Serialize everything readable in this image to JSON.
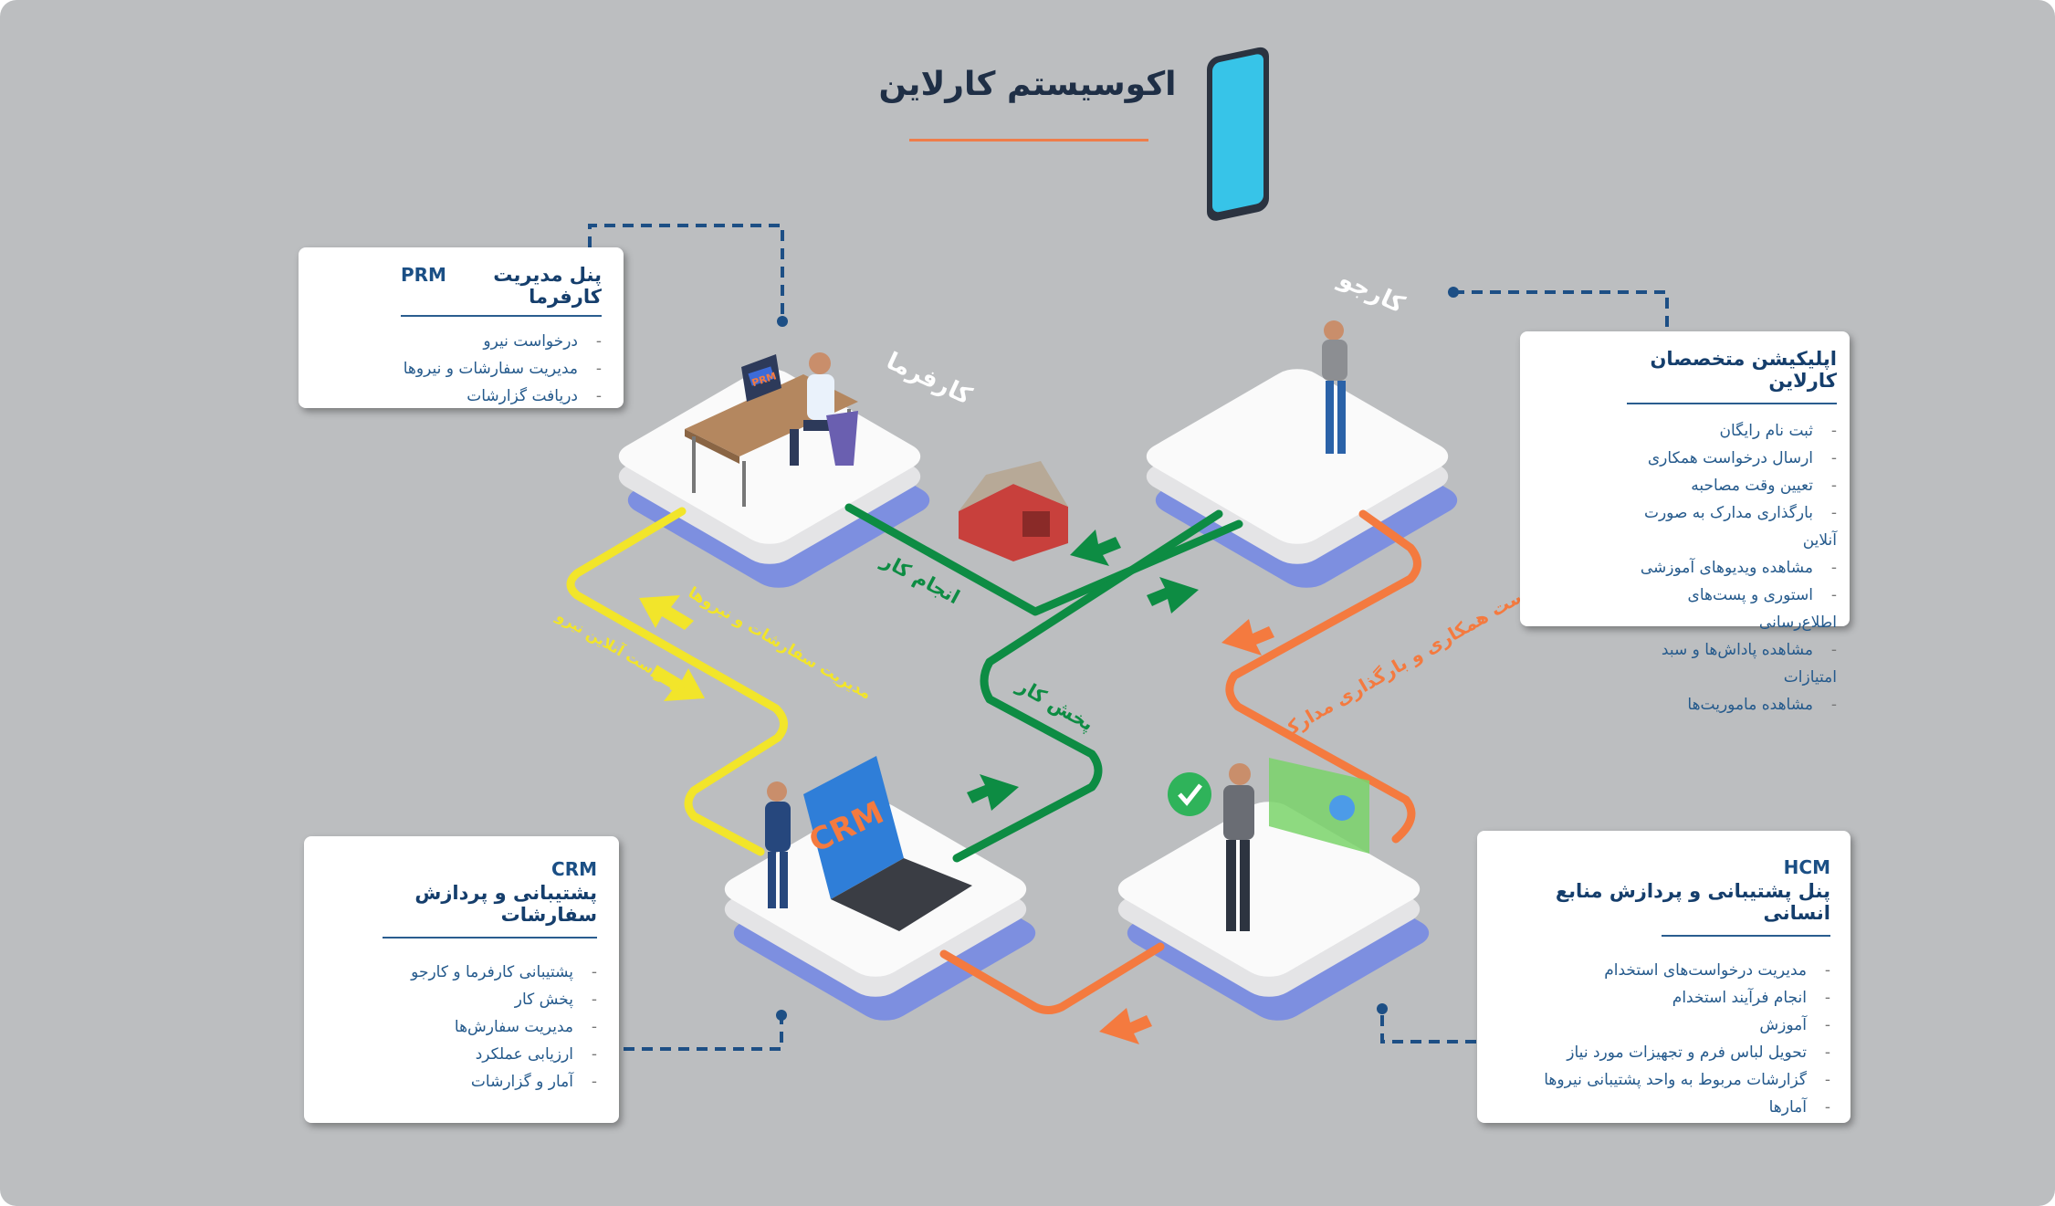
{
  "title": "اکوسیستم کارلاین",
  "colors": {
    "background": "#bcbec0",
    "accent": "#ef7d4a",
    "yellow": "#f2e52a",
    "green": "#0d8c43",
    "orange": "#f47a3f",
    "navy": "#153e6c"
  },
  "prm": {
    "code": "PRM",
    "title": "پنل مدیریت کارفرما",
    "items": [
      "درخواست نیرو",
      "مدیریت سفارشات و نیروها",
      "دریافت گزارشات"
    ]
  },
  "app": {
    "title": "اپلیکیشن متخصصان کارلاین",
    "items": [
      "ثبت نام رایگان",
      "ارسال درخواست همکاری",
      "تعیین وقت مصاحبه",
      "بارگذاری مدارک به صورت آنلاین",
      "مشاهده ویدیوهای آموزشی",
      "استوری و پست‌های اطلاع‌رسانی",
      "مشاهده پاداش‌ها و سبد امتیازات",
      "مشاهده ماموریت‌ها"
    ]
  },
  "crm": {
    "code": "CRM",
    "title": "پشتیبانی و پردازش سفارشات",
    "items": [
      "پشتیبانی کارفرما و کارجو",
      "پخش کار",
      "مدیریت سفارش‌ها",
      "ارزیابی عملکرد",
      "آمار و گزارشات"
    ]
  },
  "hcm": {
    "code": "HCM",
    "title": "پنل پشتیبانی و پردازش منابع انسانی",
    "items": [
      "مدیریت درخواست‌های استخدام",
      "انجام فرآیند استخدام",
      "آموزش",
      "تحویل لباس فرم و تجهیزات مورد نیاز",
      "گزارشات مربوط به واحد پشتیبانی نیروها",
      "آمارها"
    ]
  },
  "labels": {
    "employer": "کارفرما",
    "jobseeker": "کارجو",
    "do_work": "انجام کار",
    "distribute_work": "پخش کار",
    "manage_orders": "مدیریت سفارشات و نیروها",
    "online_request": "درخواست آنلاین نیرو",
    "cooperation_request": "درخواست همکاری و بارگذاری مدارک"
  },
  "screens": {
    "prm": "PRM",
    "crm": "CRM"
  }
}
